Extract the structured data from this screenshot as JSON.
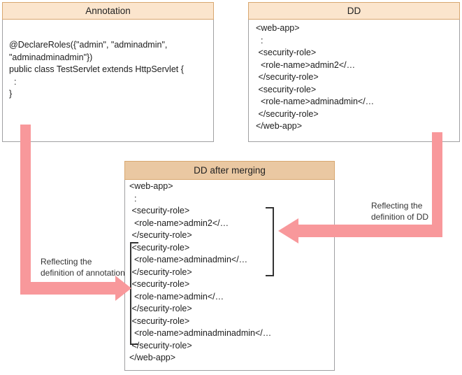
{
  "colors": {
    "header_light": "#fbe5cd",
    "header_dark": "#eac8a2",
    "header_border": "#d8a770",
    "panel_border": "#a0a0a2",
    "arrow_pink": "#f8989b",
    "text": "#1c1c1c"
  },
  "panels": {
    "annotation": {
      "title": "Annotation",
      "code": "@DeclareRoles({\"admin\", \"adminadmin\",\n\"adminadminadmin\"})\npublic class TestServlet extends HttpServlet {\n  :\n}"
    },
    "dd": {
      "title": "DD",
      "code": "<web-app>\n  :\n <security-role>\n  <role-name>admin2</…\n </security-role>\n <security-role>\n  <role-name>adminadmin</…\n </security-role>\n</web-app>"
    },
    "merged": {
      "title": "DD after merging",
      "code": "<web-app>\n  :\n <security-role>\n  <role-name>admin2</…\n </security-role>\n <security-role>\n  <role-name>adminadmin</…\n </security-role>\n <security-role>\n  <role-name>admin</…\n </security-role>\n <security-role>\n  <role-name>adminadminadmin</…\n </security-role>\n</web-app>"
    }
  },
  "labels": {
    "dd_flow": "Reflecting the\ndefinition of DD",
    "annotation_flow": "Reflecting the\ndefinition of annotation"
  }
}
